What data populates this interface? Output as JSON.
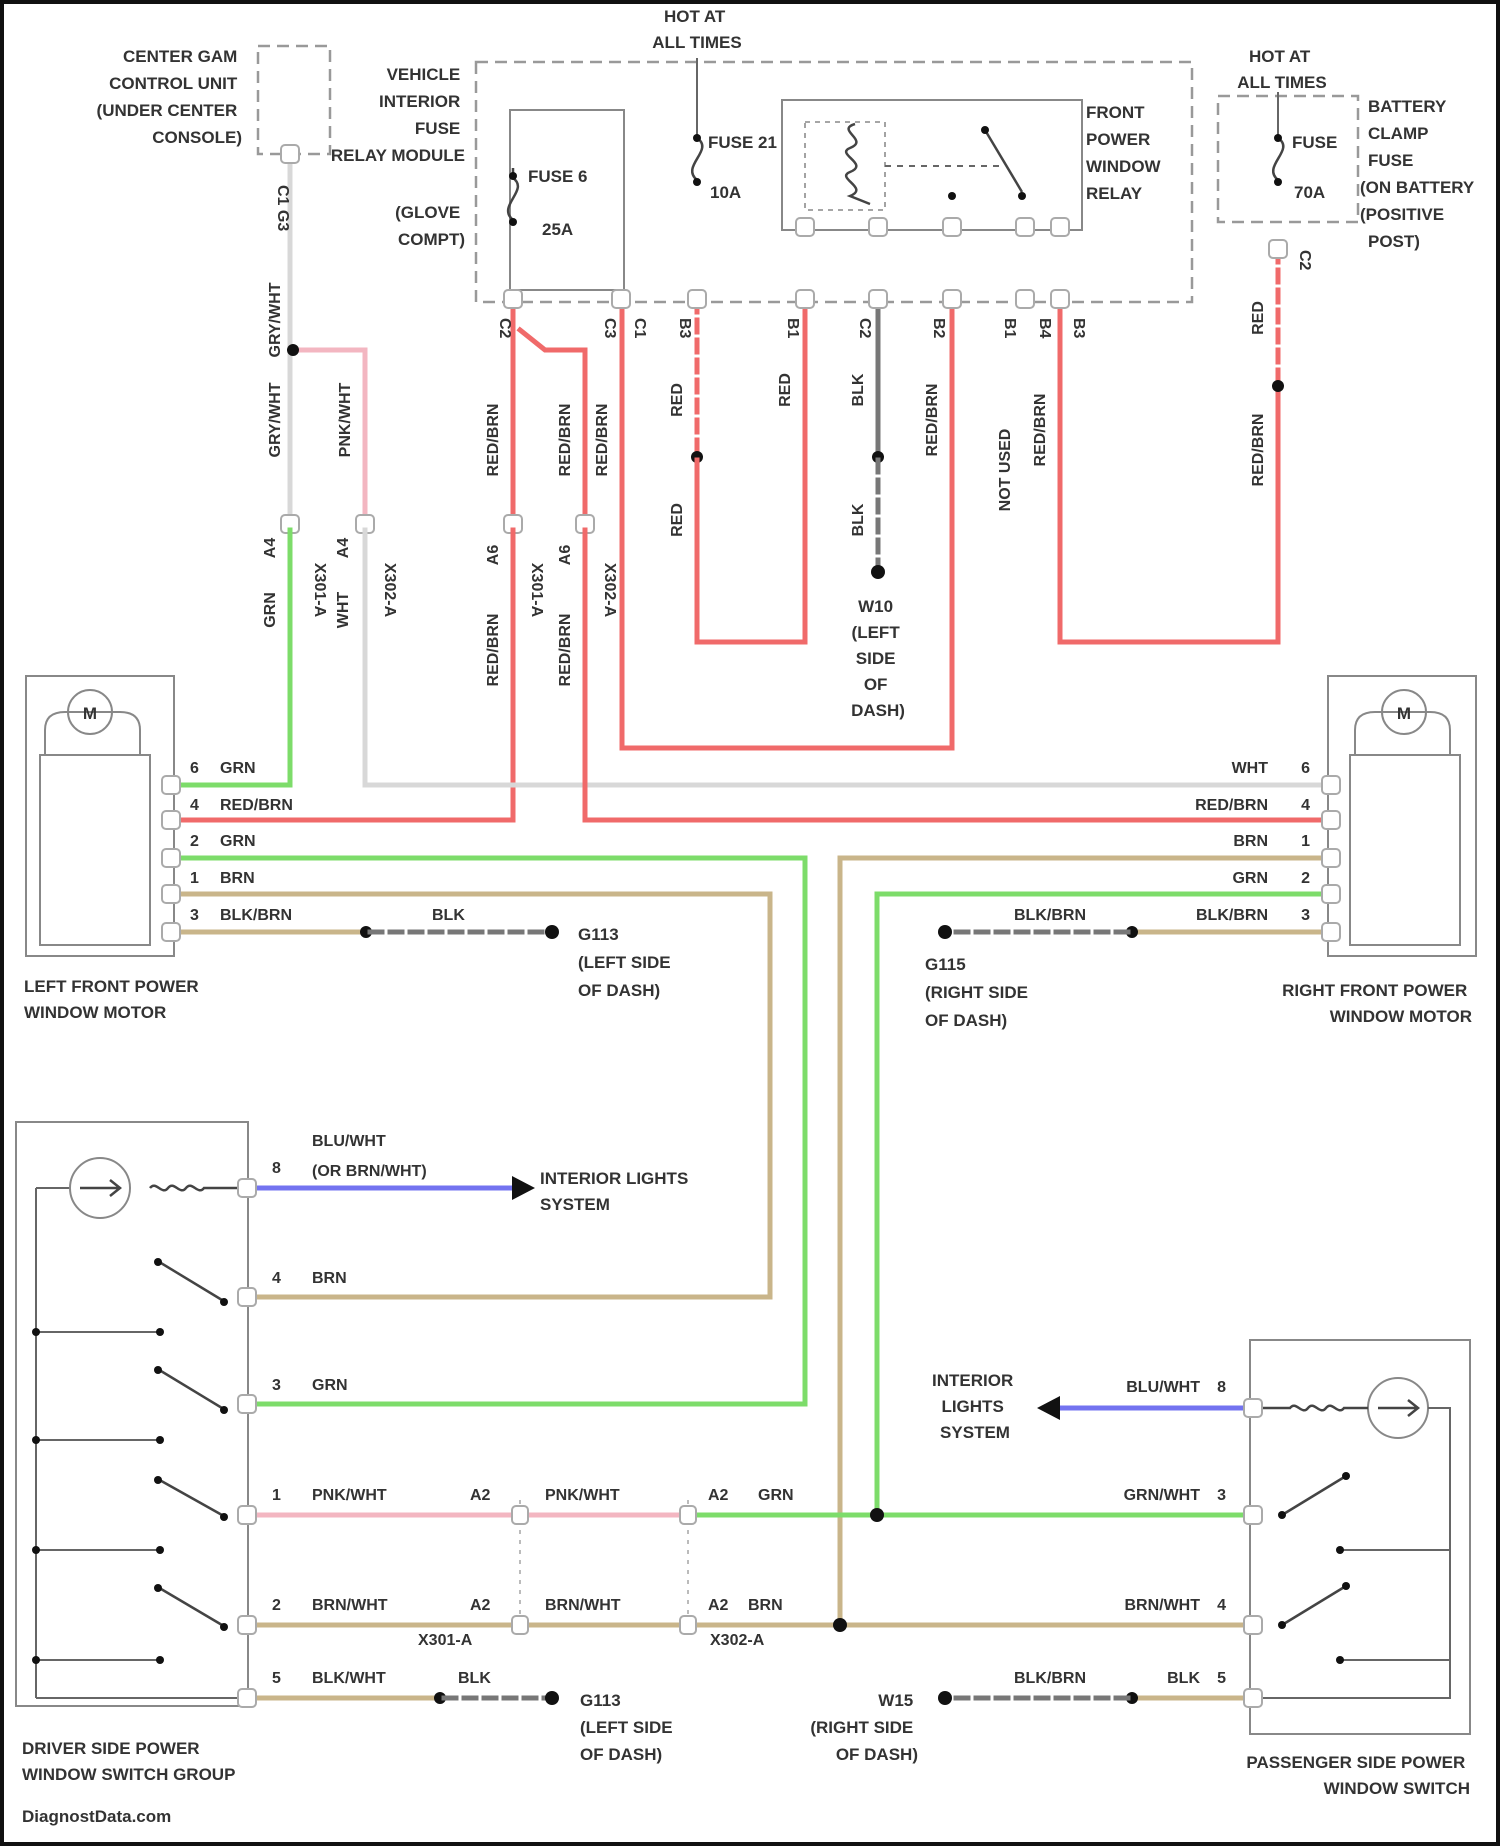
{
  "header": {
    "hot_at_all_times_1": [
      "HOT AT",
      "ALL TIMES"
    ],
    "hot_at_all_times_2": [
      "HOT AT",
      "ALL TIMES"
    ]
  },
  "components": {
    "center_gam": [
      "CENTER GAM",
      "CONTROL UNIT",
      "(UNDER CENTER",
      "CONSOLE)"
    ],
    "fuse_module": [
      "VEHICLE",
      "INTERIOR",
      "FUSE",
      "RELAY MODULE"
    ],
    "glove_compt": [
      "(GLOVE",
      "COMPT)"
    ],
    "fuse_6": [
      "FUSE 6",
      "25A"
    ],
    "fuse_21": [
      "FUSE 21",
      "10A"
    ],
    "relay": [
      "FRONT",
      "POWER",
      "WINDOW",
      "RELAY"
    ],
    "battery_fuse": [
      "FUSE",
      "70A"
    ],
    "battery_clamp": [
      "BATTERY",
      "CLAMP",
      "FUSE",
      "(ON BATTERY",
      "(POSITIVE",
      "POST)"
    ],
    "left_motor": [
      "LEFT FRONT POWER",
      "WINDOW MOTOR"
    ],
    "right_motor": [
      "RIGHT FRONT POWER",
      "WINDOW MOTOR"
    ],
    "driver_switch": [
      "DRIVER SIDE POWER",
      "WINDOW SWITCH GROUP"
    ],
    "pass_switch": [
      "PASSENGER SIDE POWER",
      "WINDOW SWITCH"
    ],
    "motor_symbol": "M"
  },
  "grounds": {
    "w10": [
      "W10",
      "(LEFT",
      "SIDE",
      "OF",
      "DASH)"
    ],
    "left_g1": [
      "G113",
      "(LEFT SIDE",
      "OF DASH)"
    ],
    "right_g1": [
      "G115",
      "(RIGHT SIDE",
      "OF DASH)"
    ],
    "left_g2": [
      "G113",
      "(LEFT SIDE",
      "OF DASH)"
    ],
    "right_g2": [
      "W15",
      "(RIGHT SIDE",
      "OF DASH)"
    ]
  },
  "destinations": {
    "interior_left": [
      "INTERIOR LIGHTS",
      "SYSTEM"
    ],
    "interior_right": [
      "INTERIOR",
      "LIGHTS",
      "SYSTEM"
    ]
  },
  "wires": {
    "v_gry_wht_1": "GRY/WHT",
    "v_gry_wht_2": "GRY/WHT",
    "v_pnk_wht": "PNK/WHT",
    "v_red_brn_1": "RED/BRN",
    "v_red_brn_2": "RED/BRN",
    "v_red_brn_3": "RED/BRN",
    "v_red_1": "RED",
    "v_red_2": "RED",
    "v_red_3": "RED",
    "v_blk_1": "BLK",
    "v_blk_2": "BLK",
    "v_red_brn_4": "RED/BRN",
    "v_not_used": "NOT USED",
    "v_red_brn_5": "RED/BRN",
    "v_red_4": "RED",
    "v_red_brn_6": "RED/BRN",
    "v_grn": "GRN",
    "v_wht": "WHT",
    "v_red_brn_7": "RED/BRN",
    "v_red_brn_8": "RED/BRN",
    "lm_6": "GRN",
    "lm_4": "RED/BRN",
    "lm_2": "GRN",
    "lm_1": "BRN",
    "lm_3": "BLK/BRN",
    "lm_blk": "BLK",
    "rm_6": "WHT",
    "rm_4": "RED/BRN",
    "rm_1": "BRN",
    "rm_2": "GRN",
    "rm_3a": "BLK/BRN",
    "rm_3b": "BLK/BRN",
    "ds_8": "BLU/WHT",
    "ds_8b": "(OR BRN/WHT)",
    "ds_4": "BRN",
    "ds_3": "GRN",
    "ds_1a": "PNK/WHT",
    "ds_1b": "PNK/WHT",
    "ds_1c": "GRN",
    "ds_2a": "BRN/WHT",
    "ds_2b": "BRN/WHT",
    "ds_2c": "BRN",
    "ds_5a": "BLK/WHT",
    "ds_5b": "BLK",
    "ps_8": "BLU/WHT",
    "ps_3": "GRN/WHT",
    "ps_4": "BRN/WHT",
    "ps_blk_brn": "BLK/BRN",
    "ps_blk": "BLK"
  },
  "pins": {
    "lm": [
      "6",
      "4",
      "2",
      "1",
      "3"
    ],
    "rm": [
      "6",
      "4",
      "1",
      "2",
      "3"
    ],
    "ds": [
      "8",
      "4",
      "3",
      "1",
      "2",
      "5"
    ],
    "ps": [
      "8",
      "3",
      "4",
      "5"
    ],
    "conn_a2": "A2",
    "conn_x301": "X301-A",
    "conn_x302": "X302-A",
    "top_pins": [
      "C2",
      "C3",
      "C1",
      "B3",
      "B1",
      "C2",
      "B2",
      "B1",
      "B4",
      "B3",
      "C2"
    ],
    "bat_pin": "C2",
    "conn_v1": "X301-A",
    "conn_v2": "X302-A",
    "conn_v3": "X301-A",
    "conn_v4": "X302-A",
    "v_a4": "A4",
    "v_a4b": "A4",
    "v_a6": "A6",
    "v_a6b": "A6",
    "center_pins": "C1 G3",
    "relay_labels": [
      "B3",
      "B1",
      "C2"
    ]
  },
  "footer": {
    "credit": "DiagnostData.com"
  }
}
